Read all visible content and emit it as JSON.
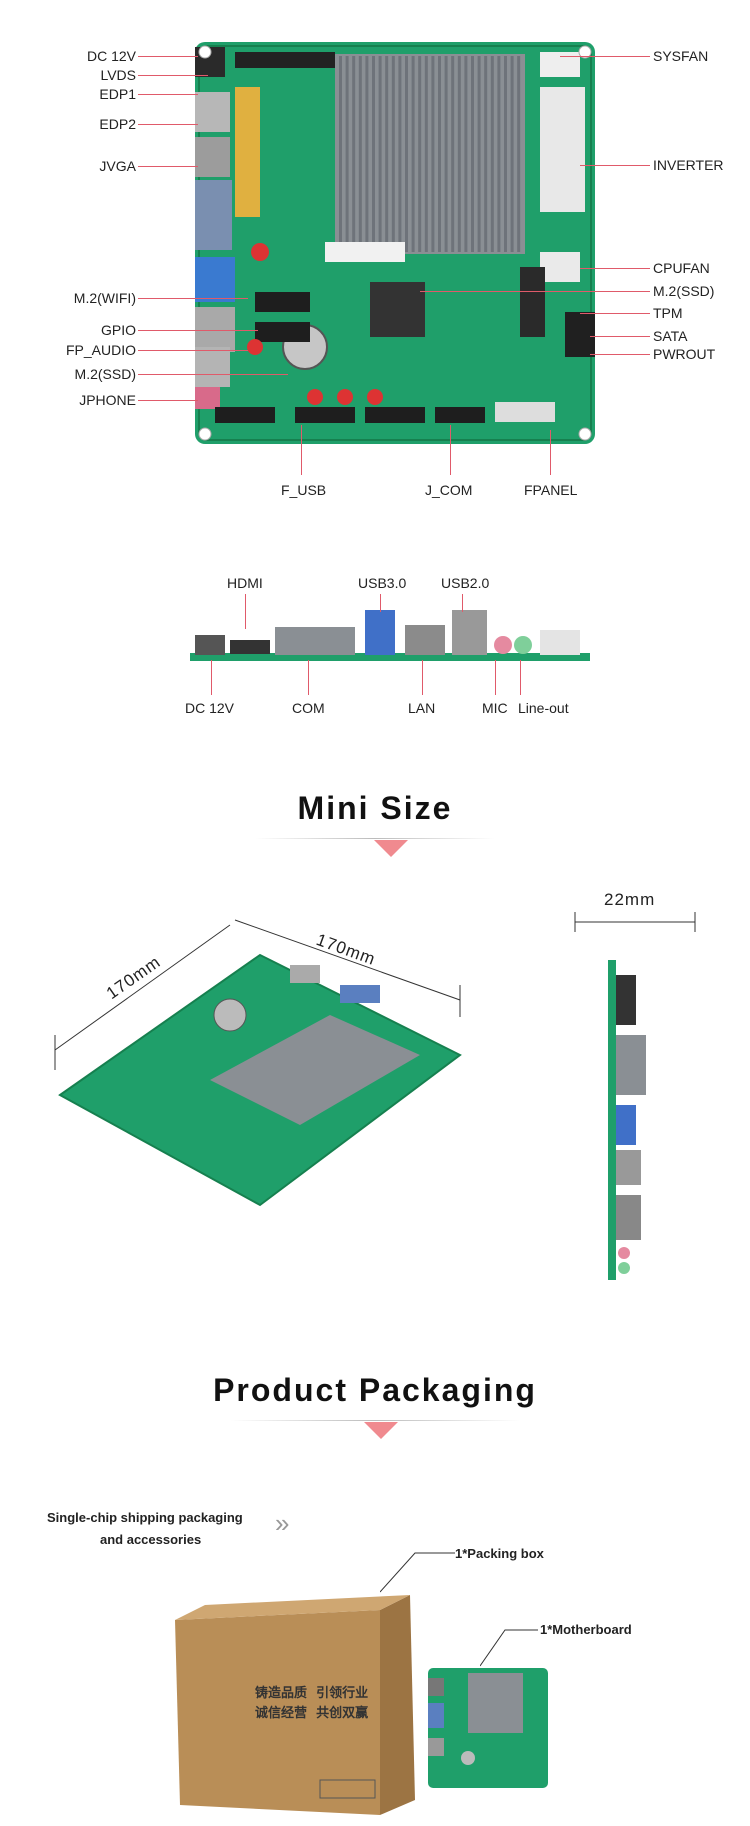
{
  "top_board": {
    "left_labels": [
      "DC 12V",
      "LVDS",
      "EDP1",
      "EDP2",
      "JVGA",
      "M.2(WIFI)",
      "GPIO",
      "FP_AUDIO",
      "M.2(SSD)",
      "JPHONE"
    ],
    "right_labels": [
      "SYSFAN",
      "INVERTER",
      "CPUFAN",
      "M.2(SSD)",
      "TPM",
      "SATA",
      "PWROUT"
    ],
    "bottom_labels": [
      "F_USB",
      "J_COM",
      "FPANEL"
    ]
  },
  "io_panel": {
    "top_labels": [
      "HDMI",
      "USB3.0",
      "USB2.0"
    ],
    "bottom_labels": [
      "DC 12V",
      "COM",
      "LAN",
      "MIC",
      "Line-out"
    ]
  },
  "mini_size": {
    "title": "Mini Size",
    "dims": [
      "170mm",
      "170mm",
      "22mm"
    ]
  },
  "packaging": {
    "title": "Product Packaging",
    "desc_line1": "Single-chip shipping packaging",
    "desc_line2": "and accessories",
    "chevron": "»",
    "item1": "1*Packing box",
    "item2": "1*Motherboard",
    "box_text": [
      "铸造品质",
      "引领行业",
      "诚信经营",
      "共创双赢"
    ]
  }
}
